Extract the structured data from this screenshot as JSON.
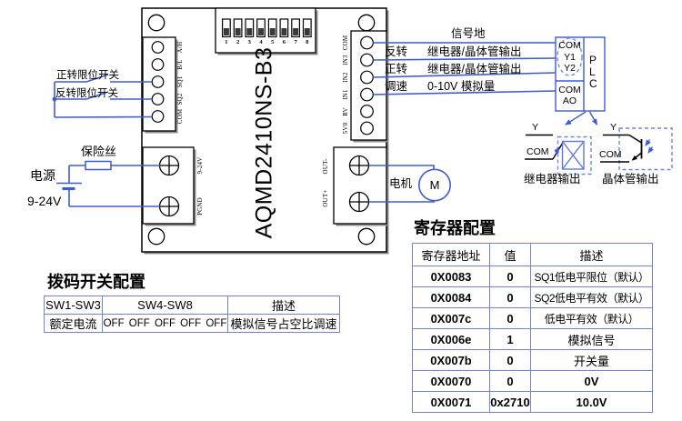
{
  "diagram": {
    "board_name": "AQMD2410NS-B3",
    "dip_numbers": [
      "1",
      "2",
      "3",
      "4",
      "5",
      "6",
      "7",
      "8"
    ],
    "left_pins": [
      "A/H",
      "B/L",
      "SQ1",
      "SQ2",
      "COM"
    ],
    "right_pins": [
      "COM",
      "IN3",
      "IN2",
      "IN1",
      "RV",
      "5V0"
    ],
    "power_pins": [
      "9-24V",
      "PGND"
    ],
    "output_pins": [
      "OUT-",
      "OUT+"
    ],
    "labels": {
      "fwd_limit": "正转限位开关",
      "rev_limit": "反转限位开关",
      "fuse": "保险丝",
      "power": "电源",
      "power_voltage": "9-24V",
      "motor": "电机",
      "motor_symbol": "M",
      "signal_ground": "信号地",
      "rev": "反转",
      "rev_desc": "继电器/晶体管输出",
      "fwd": "正转",
      "fwd_desc": "继电器/晶体管输出",
      "speed": "调速",
      "speed_desc": "0-10V 模拟量"
    },
    "plc": {
      "pins_top": [
        "COM",
        "Y1",
        "Y2"
      ],
      "pins_bottom": [
        "COM",
        "AO"
      ],
      "letters": [
        "P",
        "L",
        "C"
      ]
    },
    "relay_output": {
      "y": "Y",
      "com": "COM",
      "caption": "继电器输出"
    },
    "transistor_output": {
      "y": "Y",
      "com": "COM",
      "caption": "晶体管输出"
    }
  },
  "dip_table": {
    "title": "拨码开关配置",
    "headers": [
      "SW1-SW3",
      "SW4-SW8",
      "描述"
    ],
    "rows": [
      [
        "额定电流",
        "OFF OFF OFF OFF OFF",
        "模拟信号占空比调速"
      ]
    ]
  },
  "register_table": {
    "title": "寄存器配置",
    "headers": [
      "寄存器地址",
      "值",
      "描述"
    ],
    "rows": [
      [
        "0X0083",
        "0",
        "SQ1低电平限位（默认）"
      ],
      [
        "0X0084",
        "0",
        "SQ2低电平有效（默认）"
      ],
      [
        "0X007c",
        "0",
        "低电平有效（默认）"
      ],
      [
        "0X006e",
        "1",
        "模拟信号"
      ],
      [
        "0X007b",
        "0",
        "开关量"
      ],
      [
        "0X0070",
        "0",
        "0V"
      ],
      [
        "0X0071",
        "0x2710",
        "10.0V"
      ]
    ]
  },
  "colors": {
    "wire": "#3d5bd5",
    "dashed_blue": "#6d82ec",
    "table_border": "#7282dd"
  }
}
